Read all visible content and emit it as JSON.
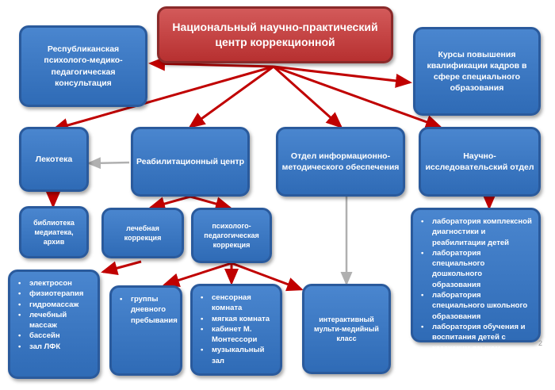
{
  "root": "Национальный научно-практический центр коррекционной",
  "left_top": "Республиканская психолого-медико-педагогическая консультация",
  "right_top": "Курсы повышения квалификации кадров в сфере специального образования",
  "lekoteka": "Лекотека",
  "rehab": "Реабилитационный центр",
  "info_dept": "Отдел информационно-методического обеспечения",
  "research": "Научно-исследовательский отдел",
  "library": "библиотека медиатека, архив",
  "medical_correction": "лечебная коррекция",
  "psych_correction": "психолого-педагогическая коррекция",
  "medical_list": [
    "электросон",
    "физиотерапия",
    "гидромассаж",
    "лечебный массаж",
    "бассейн",
    "зал ЛФК"
  ],
  "day_groups": [
    "группы дневного пребывания"
  ],
  "sensory_list": [
    "сенсорная комната",
    "мягкая комната",
    "кабинет М. Монтессори",
    "музыкальный зал"
  ],
  "multimedia": "интерактивный мульти-медийный класс",
  "labs_list": [
    "лаборатория комплексной диагностики и реабилитации детей",
    "лаборатория специального дошкольного образования",
    "лаборатория специального школьного образования",
    "лаборатория обучения и воспитания детей с казахским языком"
  ],
  "page_number": "2",
  "colors": {
    "box": "#3f7cc6",
    "root": "#c44545",
    "arrow": "#c00000",
    "arrow_gray": "#a6a6a6"
  }
}
